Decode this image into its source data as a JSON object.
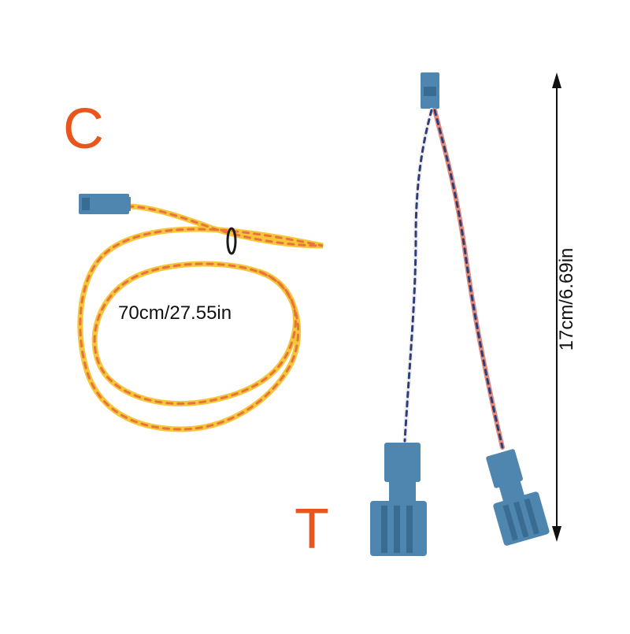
{
  "product_photo": {
    "labels": {
      "cable_c_letter": "C",
      "cable_t_letter": "T",
      "cable_c_length": "70cm/27.55in",
      "cable_t_length": "17cm/6.69in"
    },
    "colors": {
      "letter_accent": "#e8561e",
      "connector_blue": "#4f86b0",
      "connector_blue_dark": "#3a6b93",
      "wire_yellow": "#f5c53a",
      "wire_orange": "#e9733a",
      "wire_navy": "#2c3f7a",
      "wire_white": "#f3eeee",
      "wire_pink": "#e38a7a",
      "dimension_line": "#111111"
    }
  }
}
